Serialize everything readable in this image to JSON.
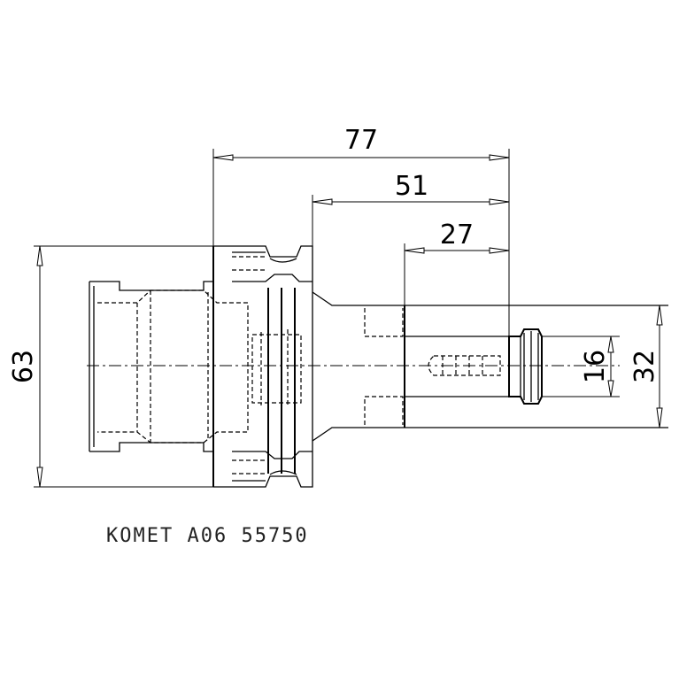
{
  "dimensions": {
    "length_total": "77",
    "length_mid": "51",
    "length_shank": "27",
    "diameter_flange": "63",
    "diameter_shank": "32",
    "diameter_bore": "16"
  },
  "caption": "KOMET A06 55750"
}
